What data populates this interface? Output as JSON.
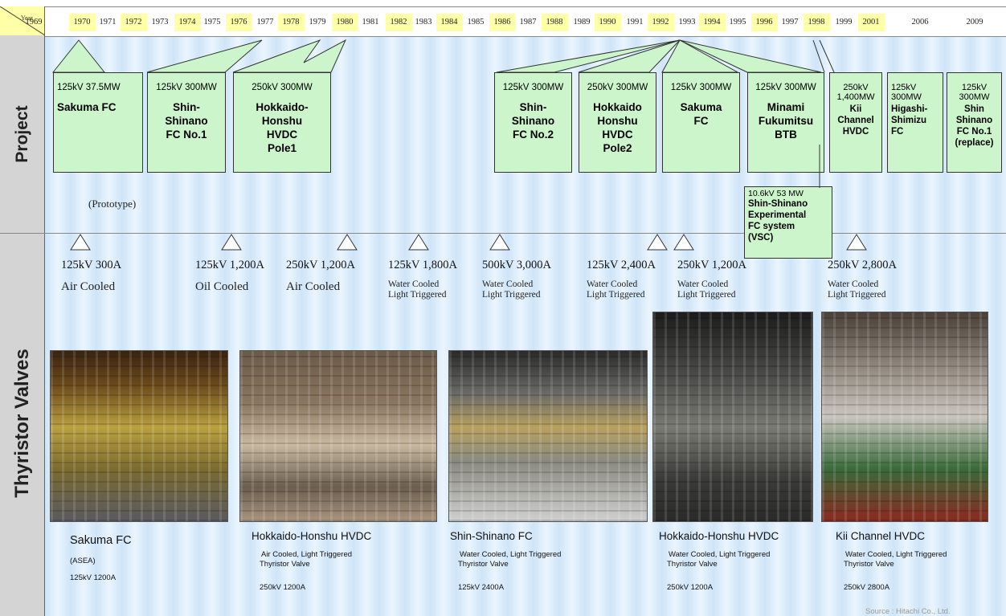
{
  "corner_label": "Year",
  "years": [
    "1969",
    "1970",
    "1971",
    "1972",
    "1973",
    "1974",
    "1975",
    "1976",
    "1977",
    "1978",
    "1979",
    "1980",
    "1981",
    "1982",
    "1983",
    "1984",
    "1985",
    "1986",
    "1987",
    "1988",
    "1989",
    "1990",
    "1991",
    "1992",
    "1993",
    "1994",
    "1995",
    "1996",
    "1997",
    "1998",
    "1999",
    "2001",
    "2006",
    "2009"
  ],
  "highlight_color": "#ffffa8",
  "sections": {
    "project": "Project",
    "valves": "Thyristor Valves"
  },
  "prototype_note": "(Prototype)",
  "projects": [
    {
      "spec": "125kV 37.5MW",
      "name": "Sakuma FC"
    },
    {
      "spec": "125kV 300MW",
      "name": "Shin-\nShinano\nFC No.1"
    },
    {
      "spec": "250kV 300MW",
      "name": "Hokkaido-\nHonshu\nHVDC\nPole1"
    },
    {
      "spec": "125kV 300MW",
      "name": "Shin-\nShinano\nFC No.2"
    },
    {
      "spec": "250kV 300MW",
      "name": "Hokkaido\nHonshu\nHVDC\nPole2"
    },
    {
      "spec": "125kV 300MW",
      "name": "Sakuma\nFC"
    },
    {
      "spec": "125kV 300MW",
      "name": "Minami\nFukumitsu\nBTB"
    },
    {
      "spec": "250kV\n1,400MW",
      "name": "Kii\nChannel\nHVDC"
    },
    {
      "spec": "125kV\n300MW",
      "name": "Higashi-\nShimizu\nFC"
    },
    {
      "spec": "125kV\n300MW",
      "name": "Shin\nShinano\nFC No.1\n(replace)"
    }
  ],
  "vsc_box": {
    "spec": "10.6kV 53 MW",
    "name": "Shin-Shinano\nExperimental\nFC system\n(VSC)"
  },
  "valve_specs": [
    {
      "rating": "125kV 300A",
      "cooling": "Air Cooled"
    },
    {
      "rating": "125kV 1,200A",
      "cooling": "Oil Cooled"
    },
    {
      "rating": "250kV 1,200A",
      "cooling": "Air Cooled"
    },
    {
      "rating": "125kV 1,800A",
      "cooling": "Water Cooled\nLight Triggered"
    },
    {
      "rating": "500kV 3,000A",
      "cooling": "Water Cooled\nLight Triggered"
    },
    {
      "rating": "125kV 2,400A",
      "cooling": "Water Cooled\nLight Triggered"
    },
    {
      "rating": "250kV 1,200A",
      "cooling": "Water Cooled\nLight Triggered"
    },
    {
      "rating": "250kV 2,800A",
      "cooling": "Water Cooled\nLight Triggered"
    }
  ],
  "photos": [
    {
      "title": "Sakuma FC",
      "line1": "(ASEA)",
      "line2": "",
      "rating": "125kV 1200A"
    },
    {
      "title": "Hokkaido-Honshu HVDC",
      "line1": "Air Cooled, Light Triggered",
      "line2": "Thyristor Valve",
      "rating": "250kV 1200A"
    },
    {
      "title": "Shin-Shinano FC",
      "line1": "Water Cooled, Light Triggered",
      "line2": "Thyristor Valve",
      "rating": "125kV 2400A"
    },
    {
      "title": "Hokkaido-Honshu HVDC",
      "line1": "Water Cooled, Light Triggered",
      "line2": "Thyristor Valve",
      "rating": "250kV 1200A"
    },
    {
      "title": "Kii Channel HVDC",
      "line1": "Water Cooled, Light Triggered",
      "line2": "Thyristor Valve",
      "rating": "250kV 2800A"
    }
  ],
  "source": "Source : Hitachi Co., Ltd."
}
